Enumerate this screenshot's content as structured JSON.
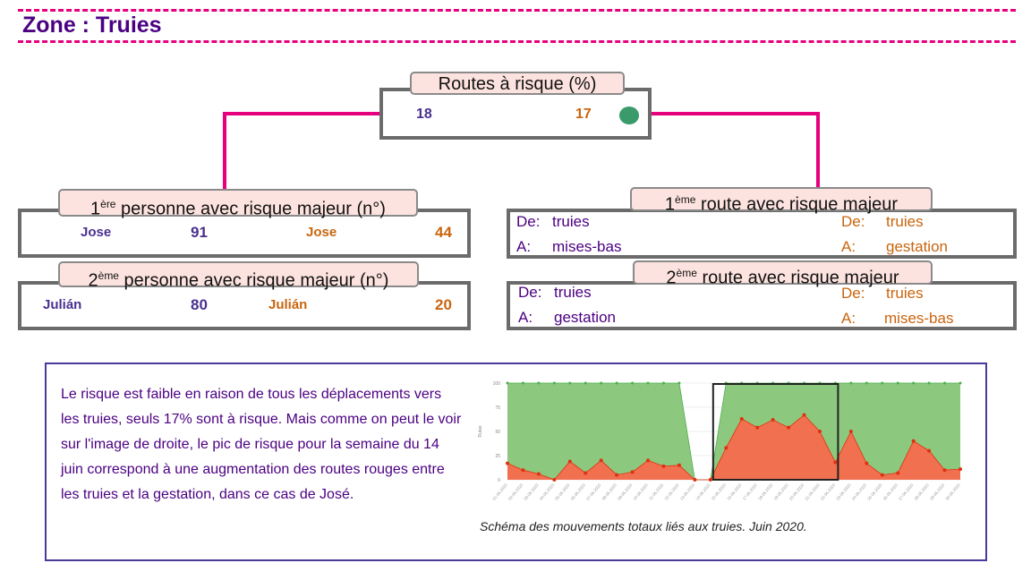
{
  "header": {
    "title": "Zone : Truies"
  },
  "routes_risk": {
    "label": "Routes à risque (%)",
    "value_left": "18",
    "value_right": "17",
    "status_color": "#3a9a6a",
    "status_icon": "circle-status-icon"
  },
  "person1": {
    "label_pre": "1",
    "label_sup": "ère",
    "label_post": " personne avec risque majeur (n°)",
    "left_name": "Jose",
    "left_value": "91",
    "right_name": "Jose",
    "right_value": "44"
  },
  "person2": {
    "label_pre": "2",
    "label_sup": "ème",
    "label_post": " personne avec risque majeur (n°)",
    "left_name": "Julián",
    "left_value": "80",
    "right_name": "Julián",
    "right_value": "20"
  },
  "route1": {
    "label_pre": "1",
    "label_sup": "ème",
    "label_post": " route avec risque majeur",
    "left_from_label": "De:",
    "left_from": "truies",
    "left_to_label": "A:",
    "left_to": "mises-bas",
    "right_from_label": "De:",
    "right_from": "truies",
    "right_to_label": "A:",
    "right_to": "gestation"
  },
  "route2": {
    "label_pre": "2",
    "label_sup": "ème",
    "label_post": " route avec risque majeur",
    "left_from_label": "De:",
    "left_from": "truies",
    "left_to_label": "A:",
    "left_to": "gestation",
    "right_from_label": "De:",
    "right_from": "truies",
    "right_to_label": "A:",
    "right_to": "mises-bas"
  },
  "summary": {
    "text": "Le risque est faible en raison de tous les déplacements vers les truies, seuls 17% sont à risque. Mais comme on peut le voir sur l'image de droite, le pic de risque pour la semaine du 14 juin correspond à une augmentation des routes rouges entre les truies et la gestation, dans ce cas de José.",
    "caption": "Schéma des mouvements totaux liés aux truies. Juin 2020."
  },
  "colors": {
    "accent": "#e6007e",
    "purple": "#4b0082",
    "orange": "#c9650e",
    "green_area": "#8cc97e",
    "red_area": "#f07050"
  },
  "chart_data": {
    "type": "area",
    "ylabel": "Rutas",
    "ylim": [
      0,
      100
    ],
    "yticks": [
      0,
      25,
      50,
      75,
      100
    ],
    "grid": true,
    "categories": [
      "01.06.2020",
      "02.06.2020",
      "03.06.2020",
      "04.06.2020",
      "05.06.2020",
      "06.06.2020",
      "07.06.2020",
      "08.06.2020",
      "09.06.2020",
      "10.06.2020",
      "11.06.2020",
      "12.06.2020",
      "13.06.2020",
      "14.06.2020",
      "15.06.2020",
      "16.06.2020",
      "17.06.2020",
      "18.06.2020",
      "19.06.2020",
      "20.06.2020",
      "21.06.2020",
      "22.06.2020",
      "23.06.2020",
      "24.06.2020",
      "25.06.2020",
      "26.06.2020",
      "27.06.2020",
      "28.06.2020",
      "29.06.2020",
      "30.06.2020"
    ],
    "series": [
      {
        "color": "#8cc97e",
        "values": [
          100,
          100,
          100,
          100,
          100,
          100,
          100,
          100,
          100,
          100,
          100,
          100,
          0,
          0,
          100,
          100,
          100,
          100,
          100,
          100,
          100,
          100,
          100,
          100,
          100,
          100,
          100,
          100,
          100,
          100
        ]
      },
      {
        "color": "#f07050",
        "values": [
          17,
          10,
          6,
          0,
          19,
          7,
          20,
          5,
          8,
          20,
          14,
          15,
          0,
          0,
          33,
          63,
          54,
          62,
          54,
          67,
          50,
          18,
          50,
          17,
          5,
          7,
          40,
          30,
          10,
          11
        ]
      }
    ],
    "highlight": {
      "from": "14.06.2020",
      "to": "22.06.2020"
    }
  }
}
